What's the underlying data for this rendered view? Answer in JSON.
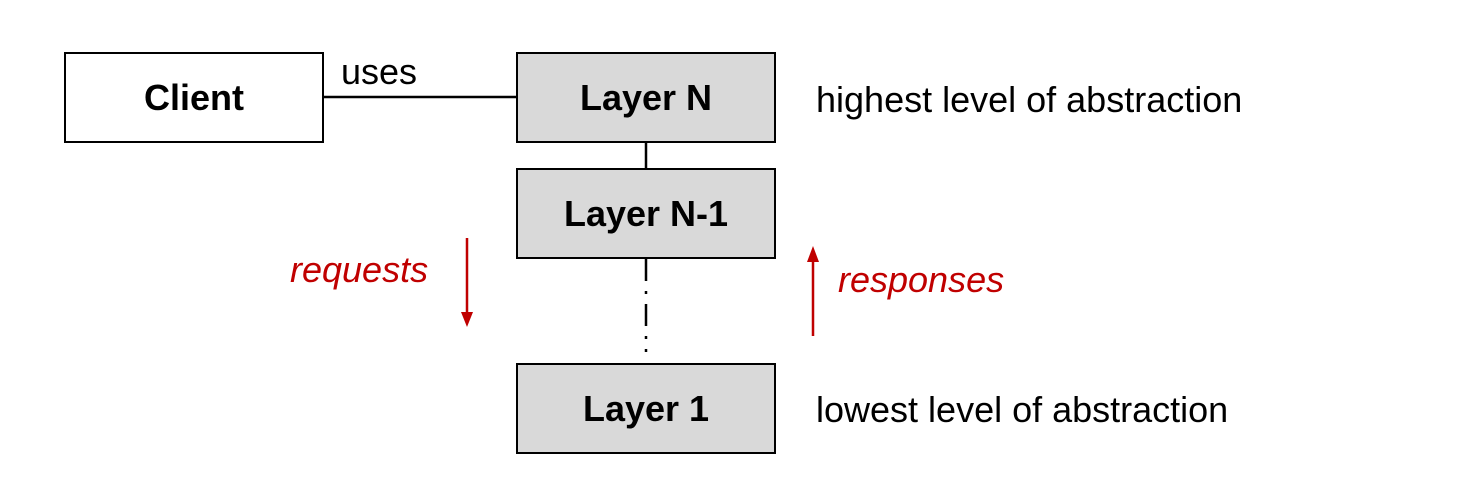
{
  "client": {
    "label": "Client"
  },
  "connector": {
    "label": "uses"
  },
  "layers": {
    "top": "Layer N",
    "second": "Layer N-1",
    "bottom": "Layer 1"
  },
  "annotations": {
    "highest": "highest level of abstraction",
    "lowest": "lowest level of abstraction",
    "requests": "requests",
    "responses": "responses"
  },
  "colors": {
    "layer_fill": "#d9d9d9",
    "accent_red": "#c00000",
    "line": "#000000"
  }
}
